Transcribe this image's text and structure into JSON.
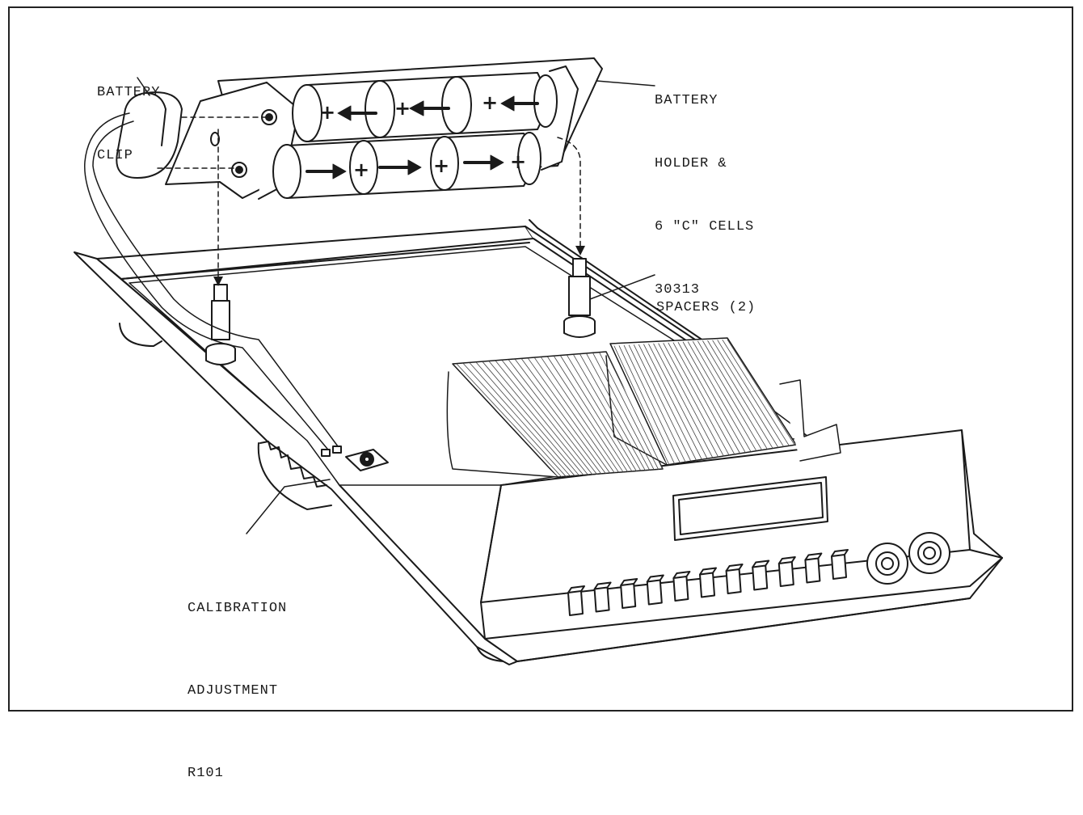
{
  "labels": {
    "battery_clip": [
      "BATTERY",
      "CLIP"
    ],
    "battery_holder": [
      "BATTERY",
      "HOLDER &",
      "6 \"C\" CELLS",
      "30313"
    ],
    "spacers": "SPACERS (2)",
    "calibration": [
      "CALIBRATION",
      "ADJUSTMENT",
      "R101"
    ]
  },
  "battery_cells": {
    "top_row_polarity": [
      "+",
      "+",
      "+"
    ],
    "bottom_row_polarity": [
      "+",
      "+",
      "+"
    ]
  },
  "front_panel": {
    "button_count": 11,
    "jack_count": 2
  }
}
